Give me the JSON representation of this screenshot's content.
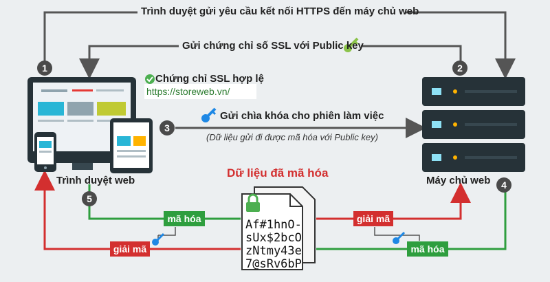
{
  "labels": {
    "step1": "Trình duyệt gửi yêu cầu kết nối HTTPS đến máy chủ web",
    "step2": "Gửi chứng chỉ số SSL với Public key",
    "ssl_valid": "Chứng chỉ SSL hợp lệ",
    "url": "https://storeweb.vn/",
    "step3": "Gửi chìa khóa cho phiên làm việc",
    "step3_note": "(Dữ liệu gửi đi được mã hóa với Public key)",
    "browser": "Trình duyệt web",
    "server": "Máy chủ web",
    "encrypted_title": "Dữ liệu đã mã hóa",
    "ciphertext": "Af#1hnO-\nsUx$2bcO\nzNtmy43e\n7@sRv6bP"
  },
  "tags": {
    "encrypt": "mã hóa",
    "decrypt": "giải mã"
  },
  "steps": [
    "1",
    "2",
    "3",
    "4",
    "5"
  ],
  "colors": {
    "background": "#eceff1",
    "arrow_gray": "#555555",
    "encrypt_green": "#2e9e3e",
    "decrypt_red": "#d32f2f",
    "device_dark": "#263238",
    "key_blue": "#1e88e5",
    "key_green": "#8bc34a"
  },
  "icons": [
    "check-circle-icon",
    "green-key-icon",
    "blue-key-icon",
    "lock-icon",
    "document-icon",
    "server-icon",
    "monitor-icon",
    "tablet-icon",
    "phone-icon"
  ]
}
